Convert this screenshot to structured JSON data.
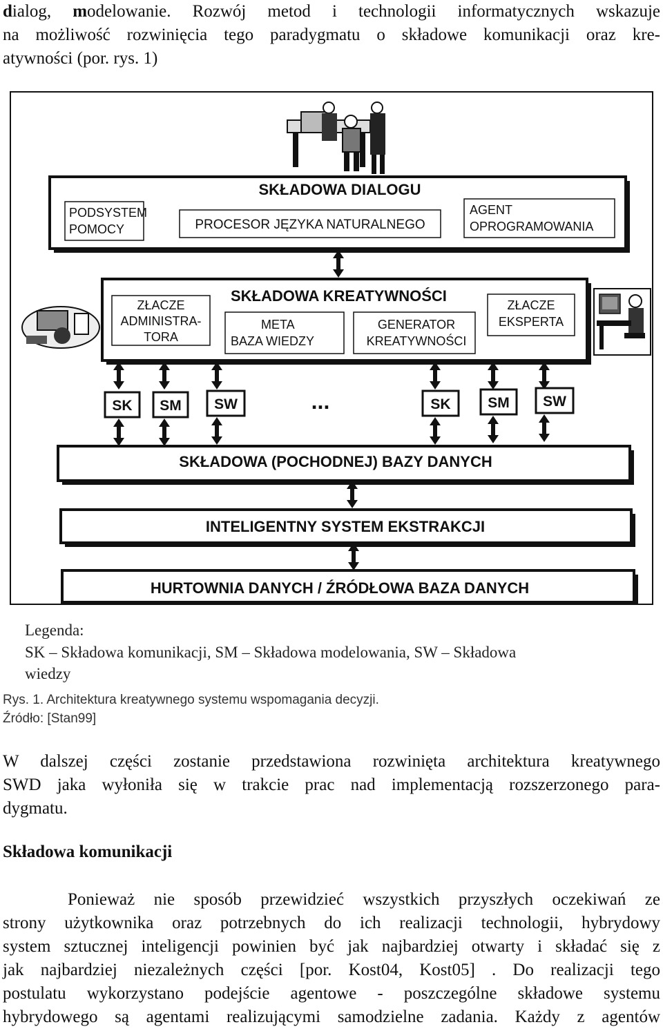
{
  "intro": {
    "line1_bold_d": "d",
    "line1_rest_a": "ialog, ",
    "line1_bold_m": "m",
    "line1_rest_b": "odelowanie.  Rozwój metod i technologii informatycznych wskazuje",
    "line2": "na możliwość rozwinięcia tego paradygmatu o składowe komunikacji oraz kre-",
    "line3": "atywności (por. rys. 1)"
  },
  "figure": {
    "dialog_title": "SKŁADOWA DIALOGU",
    "help_1": "PODSYSTEM",
    "help_2": "POMOCY",
    "nlp": "PROCESOR JĘZYKA NATURALNEGO",
    "agent_1": "AGENT",
    "agent_2": "OPROGRAMOWANIA",
    "creative_title": "SKŁADOWA KREATYWNOŚCI",
    "admin_1": "ZŁACZE",
    "admin_2": "ADMINISTRA-",
    "admin_3": "TORA",
    "meta_1": "META",
    "meta_2": "BAZA  WIEDZY",
    "gen_1": "GENERATOR",
    "gen_2": "KREATYWNOŚCI",
    "expert_1": "ZŁACZE",
    "expert_2": "EKSPERTA",
    "sk": "SK",
    "sm": "SM",
    "sw": "SW",
    "ellipsis": "...",
    "derived_db": "SKŁADOWA (POCHODNEJ) BAZY DANYCH",
    "extraction": "INTELIGENTNY  SYSTEM  EKSTRAKCJI",
    "warehouse": "HURTOWNIA  DANYCH  /  ŹRÓDŁOWA BAZA DANYCH"
  },
  "legend": {
    "title": "Legenda:",
    "line1": "SK – Składowa komunikacji, SM – Składowa modelowania, SW – Składowa",
    "line2": "wiedzy"
  },
  "caption": {
    "text": "Rys. 1. Architektura kreatywnego systemu wspomagania decyzji.",
    "source": "Źródło: [Stan99]"
  },
  "para1": {
    "line1": "W dalszej części zostanie przedstawiona rozwinięta architektura kreatywnego",
    "line2": "SWD jaka wyłoniła się w trakcie prac nad implementacją rozszerzonego para-",
    "line3": "dygmatu."
  },
  "section_heading": "Składowa komunikacji",
  "para2": {
    "line1": "Ponieważ nie sposób przewidzieć wszystkich przyszłych oczekiwań ze",
    "line2": "strony użytkownika oraz potrzebnych do ich realizacji technologii, hybrydowy",
    "line3": "system sztucznej inteligencji powinien być jak najbardziej otwarty i składać się z",
    "line4": "jak najbardziej niezależnych części [por. Kost04, Kost05] . Do realizacji tego",
    "line5": "postulatu wykorzystano podejście agentowe - poszczególne składowe systemu",
    "line6": "hybrydowego są agentami realizującymi samodzielne zadania. Każdy z agentów"
  }
}
